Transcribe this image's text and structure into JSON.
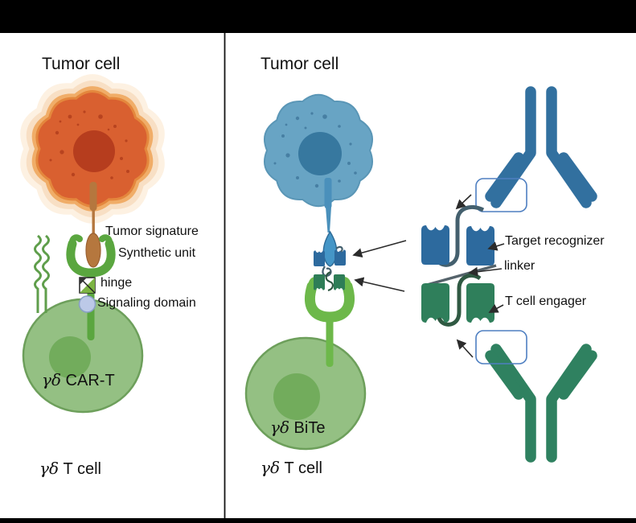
{
  "panels": {
    "left": {
      "title": "Tumor cell",
      "labels": {
        "tumor_signature": "Tumor signature",
        "synthetic_unit": "Synthetic unit",
        "hinge": "hinge",
        "signaling_domain": "Signaling domain"
      },
      "cell_label": {
        "greek": "γδ",
        "rest": " CAR-T"
      },
      "cell_type": {
        "greek": "γδ",
        "rest": " T cell"
      }
    },
    "right": {
      "title": "Tumor cell",
      "labels": {
        "target_recognizer": "Target recognizer",
        "linker": "linker",
        "t_cell_engager": "T cell engager"
      },
      "cell_label": {
        "greek": "γδ",
        "rest": " BiTe"
      },
      "cell_type": {
        "greek": "γδ",
        "rest": " T cell"
      }
    }
  },
  "icons": {
    "tumor_cell_left": "orange-tumor-cell-icon",
    "tumor_cell_right": "blue-tumor-cell-icon",
    "t_cell": "green-t-cell-icon",
    "tcr": "gamma-delta-tcr-squiggle-icon",
    "car_receptor": "car-receptor-cup-icon",
    "hinge": "hinge-square-icon",
    "signaling_domain": "signaling-domain-circle-icon",
    "antibody_blue": "blue-antibody-icon",
    "antibody_green": "green-antibody-icon",
    "scfv_blue": "target-recognizer-scfv-icon",
    "scfv_green": "t-cell-engager-scfv-icon"
  },
  "colors": {
    "tumor_cell_left": "#d96030",
    "tumor_nucleus_left": "#b63d1e",
    "tumor_glow": "#f0ad68",
    "tumor_cell_right": "#68a4c4",
    "tumor_nucleus_right": "#37789f",
    "t_cell_body": "#94c083",
    "t_cell_border": "#6d9f5b",
    "t_cell_nucleus": "#72ac5c",
    "receptor_green": "#5aa63f",
    "bite_receptor_green": "#6db84a",
    "antigen_brown": "#b5773e",
    "antigen_blue": "#4596c7",
    "antibody_blue": "#32709f",
    "antibody_green": "#2f8160",
    "linker_dark_blue": "#44606e",
    "linker_dark_green": "#2f5942",
    "highlight_box": "#4e7fc1",
    "hinge_green": "#7cb342",
    "signaling_domain_fill": "#bcc9e8",
    "arrow": "#2b2b2b"
  }
}
